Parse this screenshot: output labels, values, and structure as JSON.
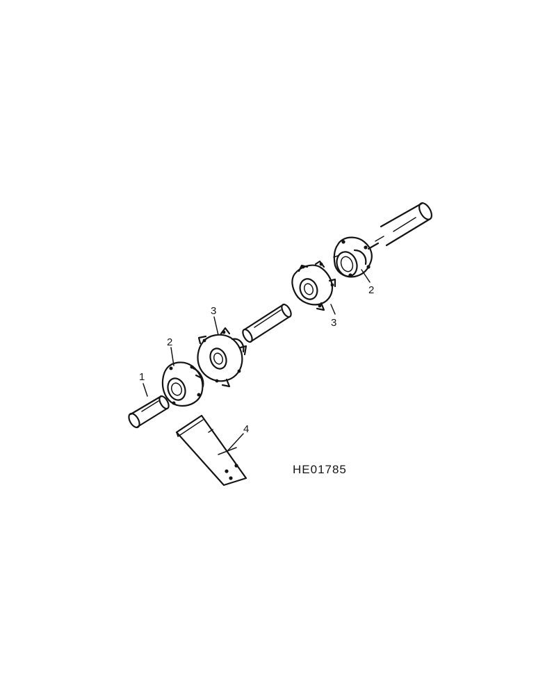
{
  "diagram": {
    "drawing_number": "HE01785",
    "callouts": [
      {
        "id": "callout-1-short-shaft",
        "number": "1"
      },
      {
        "id": "callout-2-lower-flange-bearing",
        "number": "2"
      },
      {
        "id": "callout-3-lower-flange-coupler",
        "number": "3"
      },
      {
        "id": "callout-3-upper-flange-coupler",
        "number": "3"
      },
      {
        "id": "callout-2-upper-flange-bearing",
        "number": "2"
      },
      {
        "id": "callout-4-mounting-plate",
        "number": "4"
      }
    ]
  }
}
